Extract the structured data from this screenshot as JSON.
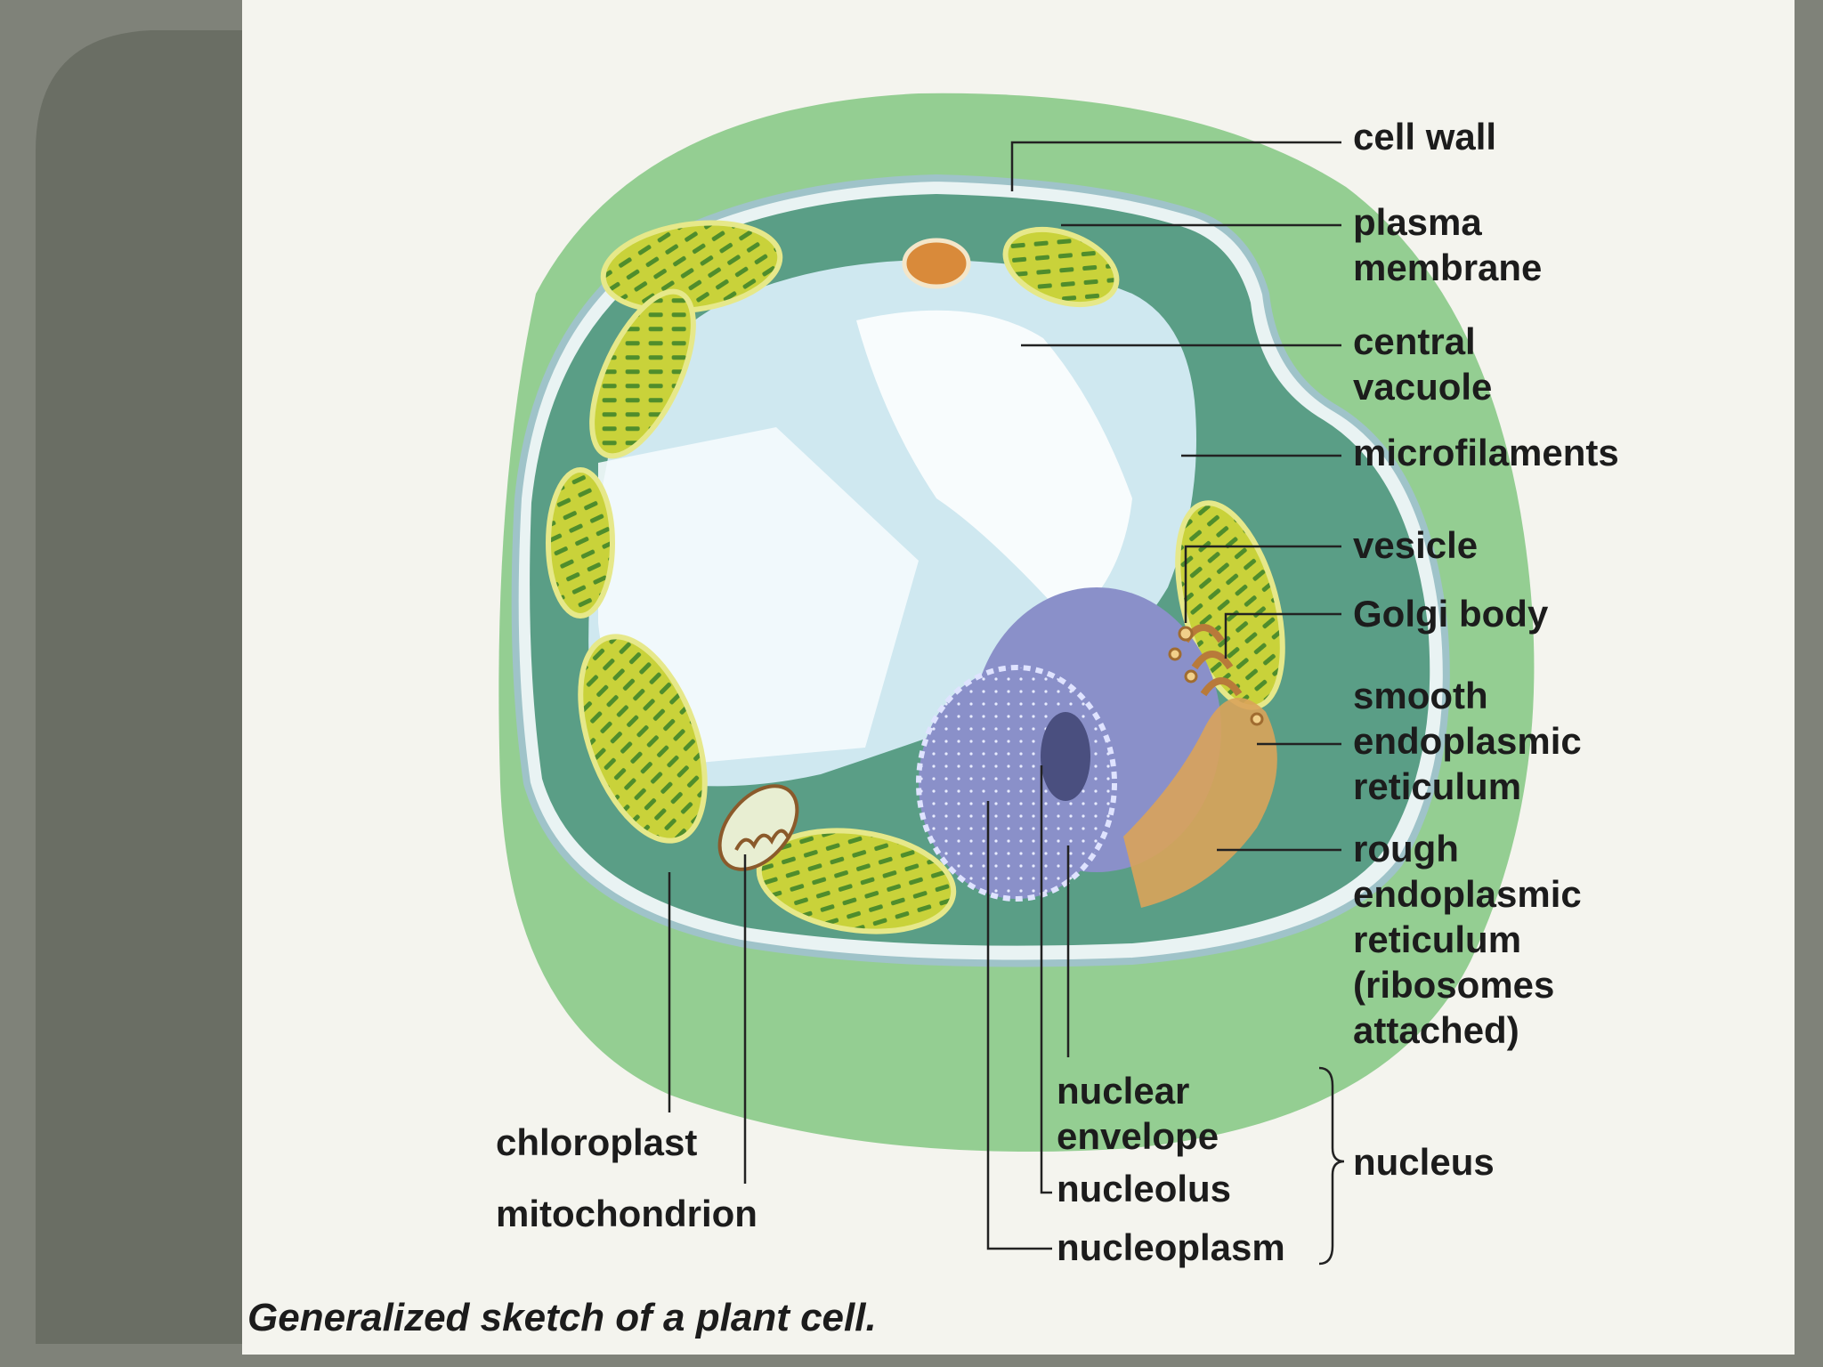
{
  "figure": {
    "caption": "Generalized sketch of a plant cell.",
    "labels": {
      "cell_wall": "cell wall",
      "plasma_membrane": "plasma\nmembrane",
      "central_vacuole": "central\nvacuole",
      "microfilaments": "microfilaments",
      "vesicle": "vesicle",
      "golgi_body": "Golgi body",
      "smooth_er": "smooth\nendoplasmic\nreticulum",
      "rough_er": "rough\nendoplasmic\nreticulum\n(ribosomes\nattached)",
      "nuclear_envelope": "nuclear\nenvelope",
      "nucleolus": "nucleolus",
      "nucleoplasm": "nucleoplasm",
      "nucleus": "nucleus",
      "chloroplast": "chloroplast",
      "mitochondrion": "mitochondrion"
    }
  },
  "colors": {
    "slide_background": "#7f8279",
    "slide_panel": "#6a6e64",
    "figure_paper": "#f4f4ee",
    "cell_green": "#7cc47a",
    "cytoplasm": "#5a9e86",
    "vacuole": "#cfe8f0",
    "chloroplast": "#c8cf3a",
    "nucleus": "#8a90c9",
    "organelle_orange": "#d9a35a"
  }
}
